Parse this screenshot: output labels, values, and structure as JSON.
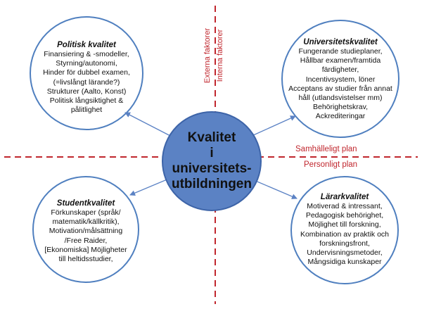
{
  "center": {
    "lines": [
      "Kvalitet",
      "i",
      "universitets-",
      "utbildningen"
    ]
  },
  "axis_labels": {
    "externa": "Externa faktorer",
    "interna": "Interna faktorer",
    "samhalle": "Samhälleligt plan",
    "personligt": "Personligt plan"
  },
  "quadrants": {
    "politisk": {
      "title": "Politisk kvalitet",
      "lines": [
        "Finansiering & -smodeller,",
        "Styrning/autonomi,",
        "Hinder för dubbel examen,",
        "(=livslångt lärande?)",
        "Strukturer (Aalto, Konst)",
        "Politisk långsiktighet &",
        "pålitlighet"
      ]
    },
    "universitet": {
      "title": "Universitetskvalitet",
      "lines": [
        "Fungerande studieplaner,",
        "Hållbar examen/framtida",
        "färdigheter,",
        "Incentivsystem, löner",
        "Acceptans av studier från annat",
        "håll (utlandsvistelser mm)",
        "Behörighetskrav,",
        "Ackrediteringar"
      ]
    },
    "student": {
      "title": "Studentkvalitet",
      "lines": [
        "Förkunskaper (språk/",
        "matematik/källkritik),",
        "Motivation/målsättning",
        "/Free Raider,",
        "[Ekonomiska] Möjligheter",
        "till heltidsstudier,"
      ]
    },
    "larar": {
      "title": "Lärarkvalitet",
      "lines": [
        "Motiverad & intressant,",
        "Pedagogisk behörighet,",
        "Möjlighet till forskning,",
        "Kombination av praktik och",
        "forskningsfront,",
        "Undervisningsmetoder,",
        "Mångsidiga kunskaper"
      ]
    }
  },
  "colors": {
    "circle_fill": "#ffffff",
    "circle_stroke": "#4f7fbf",
    "center_fill": "#5b82c4",
    "center_stroke": "#3d64a8",
    "axis": "#c0262d",
    "arrow": "#5b82c4"
  }
}
